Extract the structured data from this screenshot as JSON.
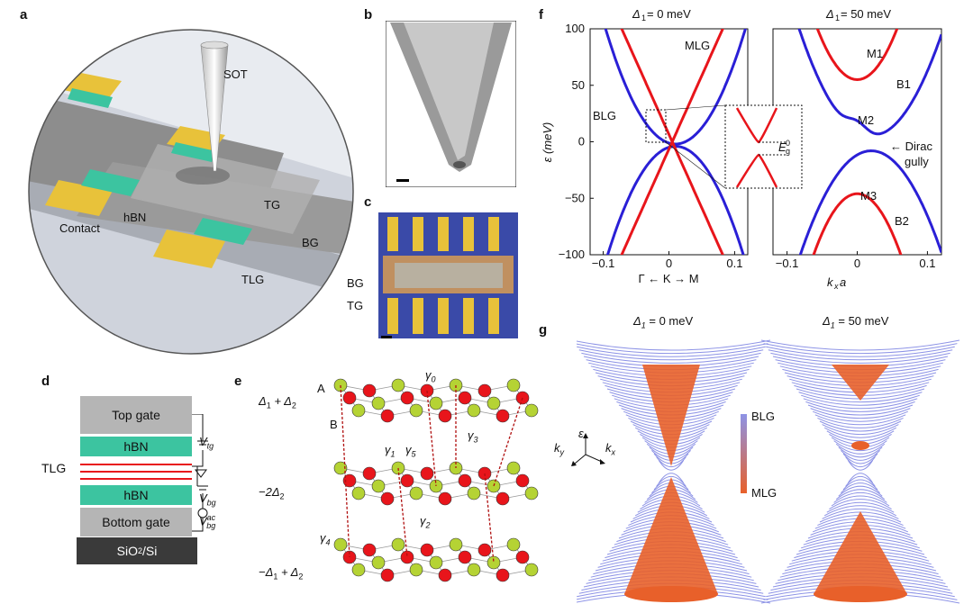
{
  "labels": {
    "a": "a",
    "b": "b",
    "c": "c",
    "d": "d",
    "e": "e",
    "f": "f",
    "g": "g"
  },
  "panel_a": {
    "sot": "SOT",
    "contact": "Contact",
    "hbn": "hBN",
    "tg": "TG",
    "bg": "BG",
    "tlg": "TLG"
  },
  "panel_c": {
    "bg": "BG",
    "tg": "TG"
  },
  "panel_d": {
    "top_gate": "Top gate",
    "hbn_top": "hBN",
    "hbn_bottom": "hBN",
    "bottom_gate": "Bottom gate",
    "substrate": "SiO",
    "substrate_sub": "2",
    "substrate_tail": "/Si",
    "tlg": "TLG",
    "vtg": "V",
    "vtg_sub": "tg",
    "vbg": "V",
    "vbg_sub": "bg",
    "vbgac": "V",
    "vbgac_sub": "bg",
    "vbgac_sup": "ac"
  },
  "panel_e": {
    "top_label": "Δ",
    "top_sub1": "1",
    "top_mid": " + Δ",
    "top_sub2": "2",
    "mid_label": "−2Δ",
    "mid_sub": "2",
    "bot_label": "−Δ",
    "bot_sub1": "1",
    "bot_mid": " + Δ",
    "bot_sub2": "2",
    "A": "A",
    "B": "B",
    "g0": "γ",
    "g0s": "0",
    "g1": "γ",
    "g1s": "1",
    "g5": "γ",
    "g5s": "5",
    "g3": "γ",
    "g3s": "3",
    "g2": "γ",
    "g2s": "2",
    "g4": "γ",
    "g4s": "4"
  },
  "panel_f": {
    "left_title": "Δ",
    "left_title_sub": "1",
    "left_title_tail": " = 0 meV",
    "right_title": "Δ",
    "right_title_sub": "1",
    "right_title_tail": " = 50 meV",
    "ylabel": "ε (meV)",
    "yticks": [
      "100",
      "50",
      "0",
      "−50",
      "−100"
    ],
    "xticks_left": [
      "−0.1",
      "0",
      "0.1"
    ],
    "xticks_right": [
      "−0.1",
      "0",
      "0.1"
    ],
    "xlabel_left": "Γ ← K → M",
    "xlabel_right": "k",
    "xlabel_right_sub": "x",
    "xlabel_right_tail": "a",
    "mlg": "MLG",
    "blg": "BLG",
    "m1": "M1",
    "m2": "M2",
    "m3": "M3",
    "b1": "B1",
    "b2": "B2",
    "dirac": "← Dirac",
    "gully": "gully",
    "eg": "E",
    "eg_sub": "g",
    "eg_sup": "0"
  },
  "panel_g": {
    "left_title": "Δ",
    "left_title_sub": "1",
    "left_title_tail": " = 0 meV",
    "right_title": "Δ",
    "right_title_sub": "1",
    "right_title_tail": " = 50 meV",
    "blg": "BLG",
    "mlg": "MLG",
    "ky": "k",
    "ky_sub": "y",
    "kx": "k",
    "kx_sub": "x",
    "eps": "ε"
  },
  "colors": {
    "blue": "#2a1fd6",
    "red": "#e8151b",
    "hbn": "#3cc4a0",
    "gate": "#b5b5b5",
    "substrate": "#3a3a3a",
    "gold": "#e8c23a",
    "surfblue": "#8d93e6",
    "surforange": "#e8602a"
  }
}
